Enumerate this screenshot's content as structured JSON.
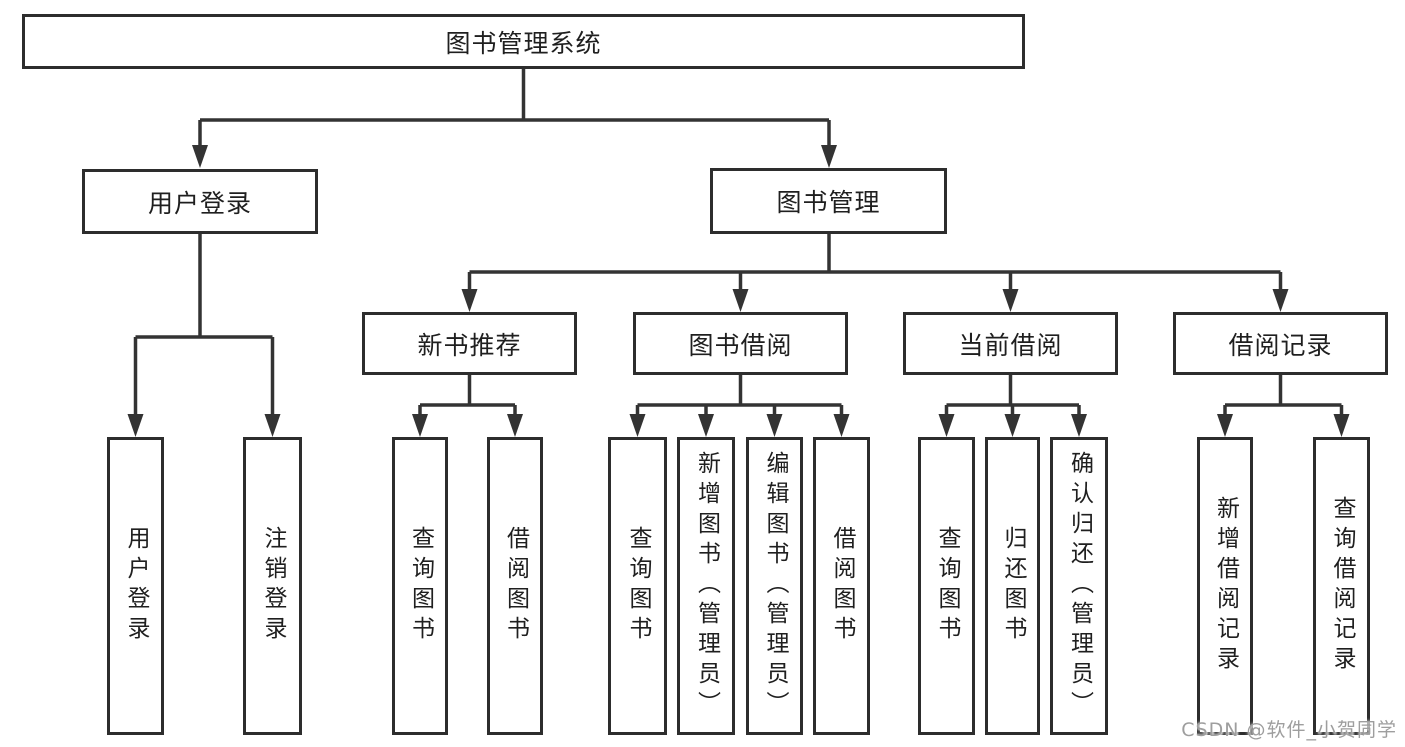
{
  "diagram_title": "图书管理系统",
  "tree": {
    "label": "图书管理系统",
    "children": [
      {
        "label": "用户登录",
        "children": [
          {
            "label": "用户登录"
          },
          {
            "label": "注销登录"
          }
        ]
      },
      {
        "label": "图书管理",
        "children": [
          {
            "label": "新书推荐",
            "children": [
              {
                "label": "查询图书"
              },
              {
                "label": "借阅图书"
              }
            ]
          },
          {
            "label": "图书借阅",
            "children": [
              {
                "label": "查询图书"
              },
              {
                "label": "新增图书（管理员）"
              },
              {
                "label": "编辑图书（管理员）"
              },
              {
                "label": "借阅图书"
              }
            ]
          },
          {
            "label": "当前借阅",
            "children": [
              {
                "label": "查询图书"
              },
              {
                "label": "归还图书"
              },
              {
                "label": "确认归还（管理员）"
              }
            ]
          },
          {
            "label": "借阅记录",
            "children": [
              {
                "label": "新增借阅记录"
              },
              {
                "label": "查询借阅记录"
              }
            ]
          }
        ]
      }
    ]
  },
  "watermark": "CSDN @软件_小贺同学",
  "colors": {
    "line": "#333333",
    "box_border": "#2d2d2d",
    "box_fill": "#ffffff",
    "text": "#1f1f1f",
    "watermark": "#9e9e9e",
    "background": "#ffffff"
  }
}
